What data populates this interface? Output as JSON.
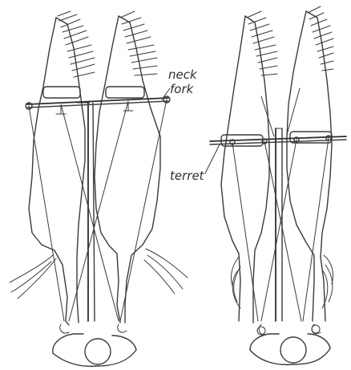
{
  "labels": {
    "neck_line1": "neck",
    "neck_line2": "fork",
    "terret": "terret"
  },
  "colors": {
    "ink": "#3a3a3a",
    "paper": "#ffffff"
  }
}
